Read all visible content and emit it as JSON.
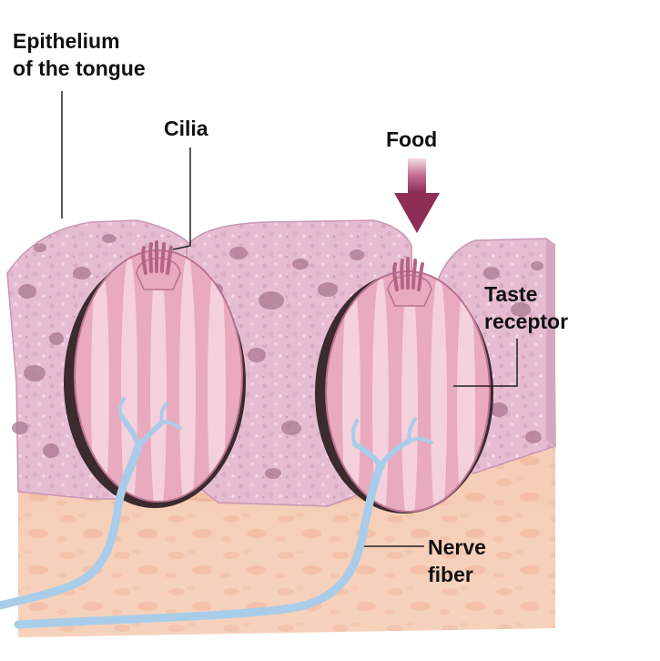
{
  "labels": {
    "epithelium": [
      "Epithelium",
      "of the tongue"
    ],
    "cilia": "Cilia",
    "food": "Food",
    "taste_receptor": [
      "Taste",
      "receptor"
    ],
    "nerve_fiber": [
      "Nerve",
      "fiber"
    ]
  },
  "colors": {
    "epithelium": "#e6bcd2",
    "epithelium_dark": "#cfa0bb",
    "spot": "#a07088",
    "base_tissue": "#f6cfb8",
    "base_dark": "#ec9f80",
    "receptor": "#e9a9be",
    "receptor_stripe": "#f6d8e2",
    "nerve": "#a9cde8",
    "arrow": "#8e2d55"
  }
}
